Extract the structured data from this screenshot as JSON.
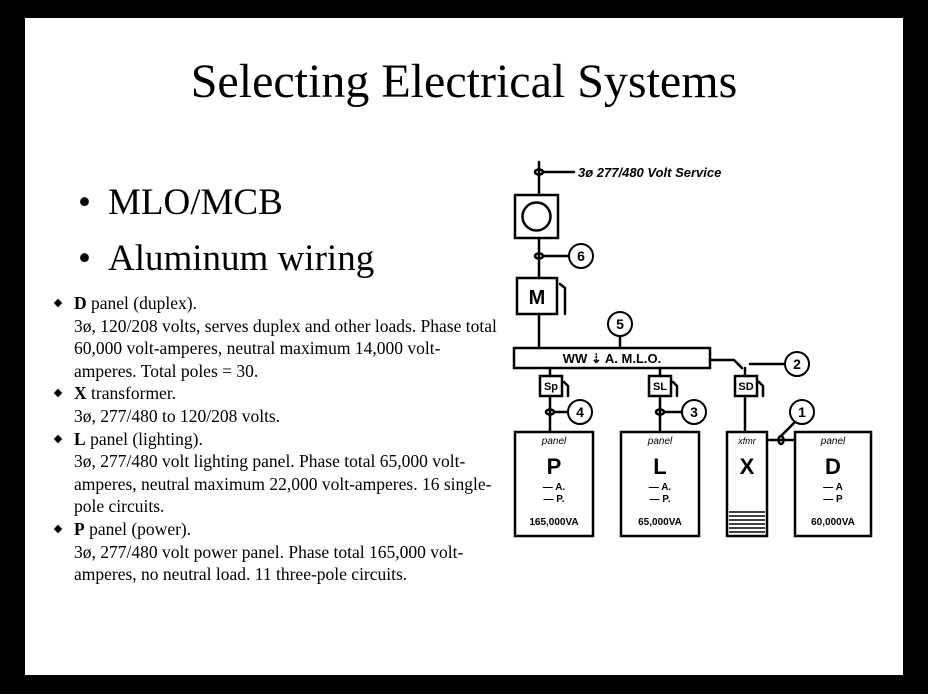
{
  "title": "Selecting Electrical Systems",
  "bullets": [
    {
      "text": "MLO/MCB"
    },
    {
      "text": "Aluminum wiring"
    }
  ],
  "details": [
    {
      "code": "D",
      "head": " panel (duplex).",
      "desc": "3ø, 120/208 volts, serves duplex and other loads. Phase total 60,000 volt-amperes, neutral maximum 14,000 volt-amperes. Total poles = 30."
    },
    {
      "code": "X",
      "head": " transformer.",
      "desc": "3ø, 277/480 to 120/208 volts."
    },
    {
      "code": "L",
      "head": " panel (lighting).",
      "desc": "3ø, 277/480 volt lighting panel. Phase total 65,000 volt-amperes, neutral maximum 22,000 volt-amperes. 16 single-pole circuits."
    },
    {
      "code": "P",
      "head": " panel (power).",
      "desc": "3ø, 277/480 volt power panel. Phase total 165,000 volt-amperes, no neutral load. 11 three-pole circuits."
    }
  ],
  "diagram": {
    "service_label": "3ø 277/480 Volt Service",
    "main_switch": "M",
    "bus_label": "WW ⇣ A. M.L.O.",
    "callouts": [
      "6",
      "5",
      "2",
      "4",
      "3",
      "1"
    ],
    "switches": [
      "Sp",
      "SL",
      "SD"
    ],
    "panels": [
      {
        "top": "panel",
        "letter": "P",
        "a": "— A.",
        "p": "— P.",
        "rating": "165,000VA"
      },
      {
        "top": "panel",
        "letter": "L",
        "a": "— A.",
        "p": "— P.",
        "rating": "65,000VA"
      },
      {
        "top": "xfmr",
        "letter": "X"
      },
      {
        "top": "panel",
        "letter": "D",
        "a": "— A",
        "p": "— P",
        "rating": "60,000VA"
      }
    ]
  }
}
